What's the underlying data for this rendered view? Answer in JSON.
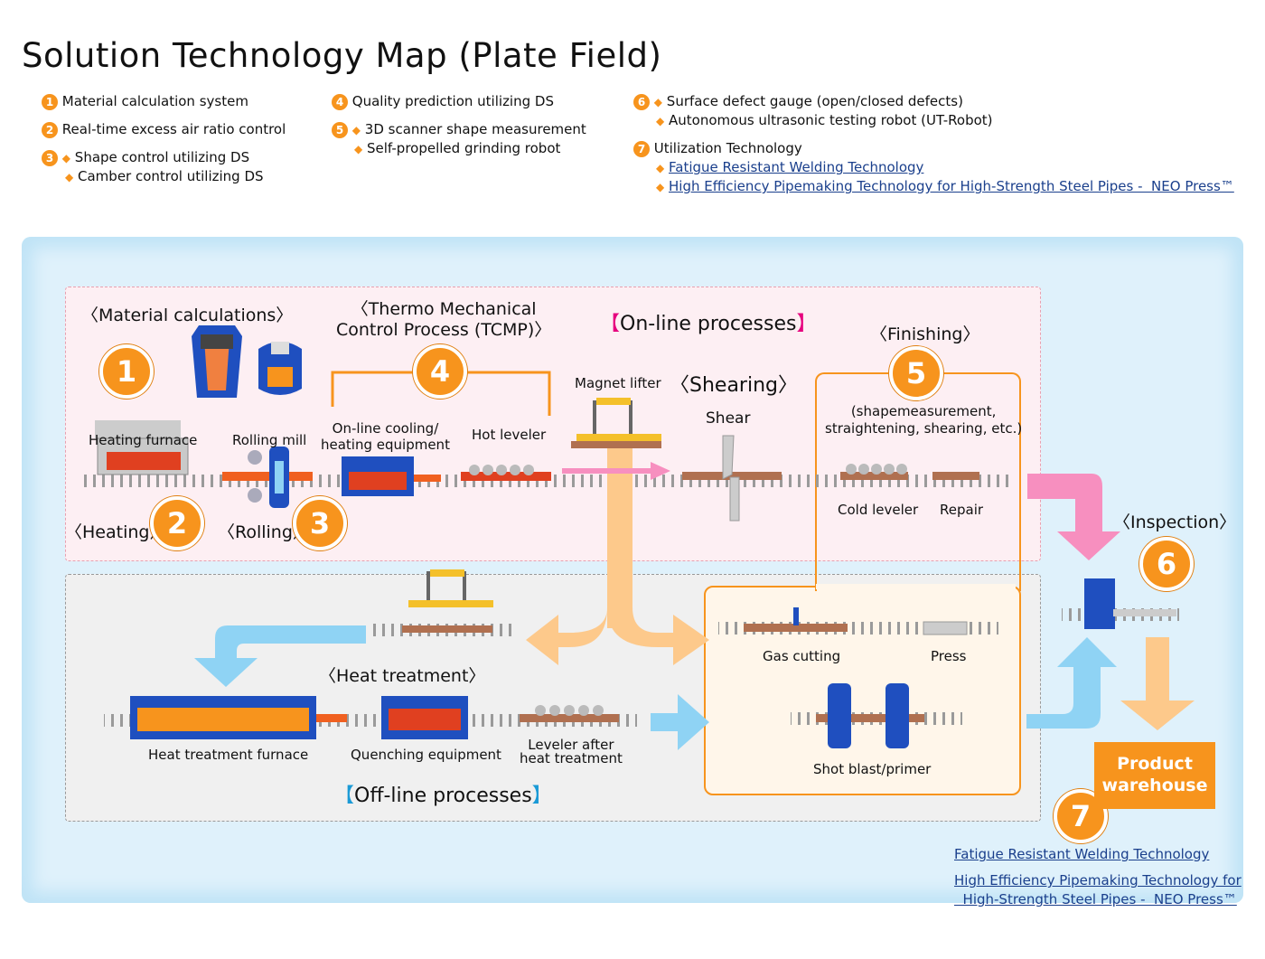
{
  "title": "Solution Technology Map (Plate Field)",
  "legend": {
    "item1": {
      "num": "1",
      "text": "Material calculation system"
    },
    "item2": {
      "num": "2",
      "text": "Real-time excess air ratio control"
    },
    "item3": {
      "num": "3",
      "lines": [
        "Shape control utilizing DS",
        "Camber control utilizing DS"
      ]
    },
    "item4": {
      "num": "4",
      "text": "Quality prediction utilizing DS"
    },
    "item5": {
      "num": "5",
      "lines": [
        "3D scanner shape measurement",
        "Self-propelled grinding robot"
      ]
    },
    "item6": {
      "num": "6",
      "lines": [
        "Surface defect gauge (open/closed defects)",
        "Autonomous ultrasonic testing robot (UT-Robot)"
      ]
    },
    "item7": {
      "num": "7",
      "text": "Utilization Technology",
      "links": [
        "Fatigue Resistant Welding Technology",
        "High Efficiency Pipemaking Technology for High-Strength Steel Pipes -  NEO Press™"
      ]
    }
  },
  "diagram": {
    "sections": {
      "online": "On-line processes",
      "offline": "Off-line processes",
      "material": "〈Material calculations〉",
      "tmcp_line1": "〈Thermo Mechanical",
      "tmcp_line2": "Control Process (TCMP)〉",
      "shearing": "〈Shearing〉",
      "finishing": "〈Finishing〉",
      "finishing_sub1": "(shapemeasurement,",
      "finishing_sub2": "straightening, shearing, etc.)",
      "heating": "〈Heating〉",
      "rolling": "〈Rolling〉",
      "inspection": "〈Inspection〉",
      "heat_treatment": "〈Heat treatment〉"
    },
    "equipment": {
      "heating_furnace": "Heating furnace",
      "rolling_mill": "Rolling mill",
      "cooling_line1": "On-line cooling/",
      "cooling_line2": "heating equipment",
      "hot_leveler": "Hot leveler",
      "magnet_lifter": "Magnet lifter",
      "shear": "Shear",
      "cold_leveler": "Cold leveler",
      "repair": "Repair",
      "gas_cutting": "Gas cutting",
      "press": "Press",
      "shot_blast": "Shot blast/primer",
      "heat_treatment_furnace": "Heat treatment furnace",
      "quenching": "Quenching equipment",
      "leveler_after1": "Leveler after",
      "leveler_after2": "heat treatment"
    },
    "markers": [
      "1",
      "2",
      "3",
      "4",
      "5",
      "6",
      "7"
    ],
    "warehouse_line1": "Product",
    "warehouse_line2": "warehouse",
    "bottom_links": [
      "Fatigue Resistant Welding Technology",
      "High Efficiency Pipemaking Technology for",
      "  High-Strength Steel Pipes -  NEO Press™"
    ]
  },
  "colors": {
    "orange": "#f7941d",
    "pink_arrow": "#f78fbf",
    "blue_arrow": "#8fd3f4",
    "link": "#1a3f8c",
    "equipment_blue": "#1f4fbf"
  }
}
